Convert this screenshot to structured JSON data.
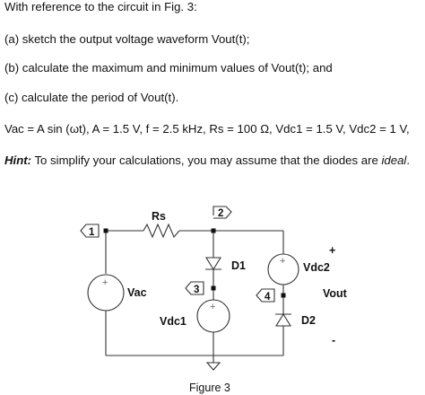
{
  "problem": {
    "intro": "With reference to the circuit in Fig. 3:",
    "part_a": "(a) sketch the output voltage waveform Vout(t);",
    "part_b": "(b) calculate the maximum and minimum values of Vout(t); and",
    "part_c": "(c) calculate the period of Vout(t).",
    "params": "Vac = A sin (ωt), A = 1.5 V, f = 2.5 kHz, Rs = 100 Ω, Vdc1 = 1.5 V, Vdc2 = 1 V,",
    "hint_label": "Hint:",
    "hint_text": " To simplify your calculations, you may assume that the diodes are ",
    "hint_emph": "ideal",
    "hint_end": "."
  },
  "circuit": {
    "rs_label": "Rs",
    "vac_label": "Vac",
    "d1_label": "D1",
    "d2_label": "D2",
    "vdc1_label": "Vdc1",
    "vdc2_label": "Vdc2",
    "vout_label": "Vout",
    "plus_sign": "+",
    "minus_sign": "-",
    "node1": "1",
    "node2": "2",
    "node3": "3",
    "node4": "4",
    "caption": "Figure 3"
  }
}
